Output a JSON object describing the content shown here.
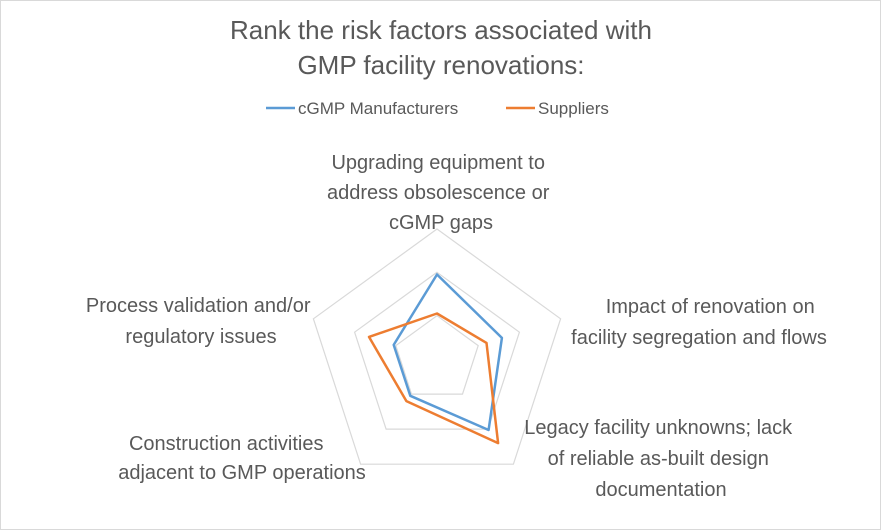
{
  "chart_data": {
    "type": "radar",
    "title": "Rank the risk factors associated with GMP facility renovations:",
    "title_lines": [
      "Rank the risk factors associated with",
      "GMP facility renovations:"
    ],
    "categories": [
      "Upgrading equipment to address obsolescence or cGMP gaps",
      "Impact of renovation on facility segregation and flows",
      "Legacy facility unknowns; lack of reliable as-built design documentation",
      "Construction activities adjacent to GMP operations",
      "Process validation and/or regulatory issues"
    ],
    "category_lines": [
      [
        "Upgrading equipment to",
        "address obsolescence or",
        "cGMP gaps"
      ],
      [
        "Impact of renovation on",
        "facility segregation and flows"
      ],
      [
        "Legacy facility unknowns; lack",
        "of reliable as-built design",
        "documentation"
      ],
      [
        "Construction activities",
        "adjacent to GMP operations"
      ],
      [
        "Process validation and/or",
        "regulatory issues"
      ]
    ],
    "series": [
      {
        "name": "cGMP Manufacturers",
        "color": "#5b9bd5",
        "values": [
          3.6,
          3.1,
          3.7,
          2.4,
          2.4
        ]
      },
      {
        "name": "Suppliers",
        "color": "#ed7d31",
        "values": [
          2.4,
          2.6,
          4.2,
          2.6,
          3.2
        ]
      }
    ],
    "scale": {
      "min": 1,
      "max": 5,
      "rings": 3
    },
    "legend_position": "top"
  }
}
